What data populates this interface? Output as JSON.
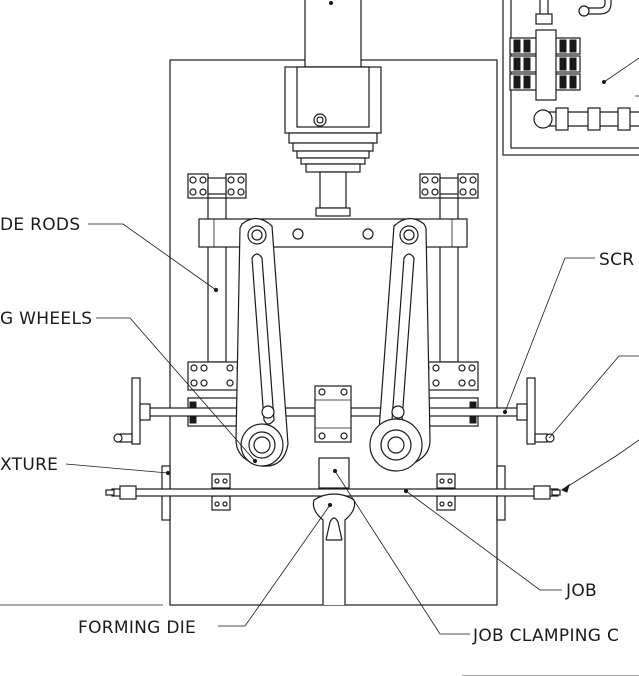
{
  "labels": {
    "guide_rods": "DE RODS",
    "bending_wheels": "G WHEELS",
    "fixture": "XTURE",
    "screw": "SCR",
    "forming_die": "FORMING DIE",
    "job": "JOB",
    "job_clamping": "JOB CLAMPING C"
  }
}
